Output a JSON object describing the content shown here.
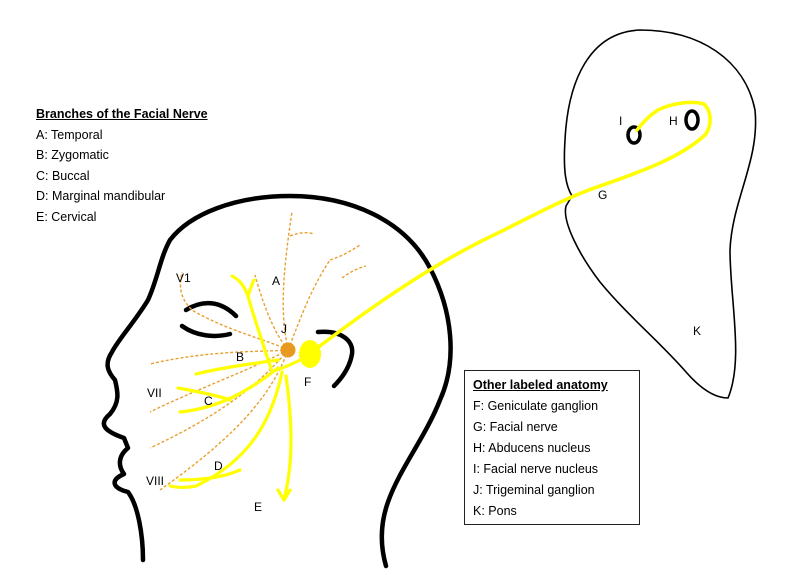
{
  "legend": {
    "title": "Branches of the Facial Nerve",
    "items": [
      "A: Temporal",
      "B: Zygomatic",
      "C: Buccal",
      "D: Marginal mandibular",
      "E: Cervical"
    ]
  },
  "anatomy_box": {
    "title": "Other labeled anatomy",
    "items": [
      "F: Geniculate ganglion",
      "G: Facial nerve",
      "H: Abducens nucleus",
      "I: Facial nerve nucleus",
      "J: Trigeminal ganglion",
      "K: Pons"
    ]
  },
  "labels": {
    "A": "A",
    "B": "B",
    "C": "C",
    "D": "D",
    "E": "E",
    "F": "F",
    "G": "G",
    "H": "H",
    "I": "I",
    "J": "J",
    "K": "K",
    "V1": "V1",
    "VII": "VII",
    "VIII": "VIII"
  },
  "colors": {
    "facial_nerve": "#ffff00",
    "trigeminal": "#e8a030",
    "ganglion": "#e89a20",
    "outline": "#000000"
  }
}
